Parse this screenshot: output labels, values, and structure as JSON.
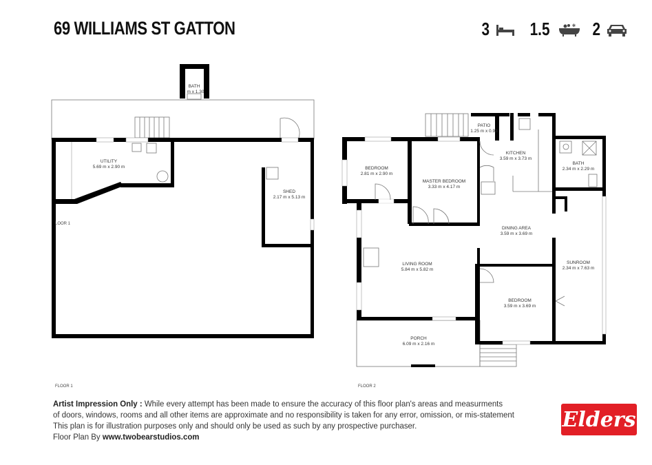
{
  "header": {
    "title": "69 WILLIAMS ST GATTON",
    "bedrooms": "3",
    "bathrooms": "1.5",
    "car_spaces": "2"
  },
  "floor1": {
    "label": "FLOOR 1",
    "side_label": "LOOR 1",
    "rooms": [
      {
        "name": "BATH",
        "size": "m x 1.30"
      },
      {
        "name": "UTILITY",
        "size": "5.69 m x 2.90 m"
      },
      {
        "name": "SHED",
        "size": "2.17 m x 5.13 m"
      }
    ]
  },
  "floor2": {
    "label": "FLOOR 2",
    "rooms": [
      {
        "name": "PATIO",
        "size": "1.25 m x 0.93"
      },
      {
        "name": "KITCHEN",
        "size": "3.59 m x 3.73 m"
      },
      {
        "name": "BEDROOM",
        "size": "2.81 m x 2.90 m"
      },
      {
        "name": "MASTER BEDROOM",
        "size": "3.33 m x 4.17 m"
      },
      {
        "name": "BATH",
        "size": "2.34 m x 2.29 m"
      },
      {
        "name": "DINING AREA",
        "size": "3.59 m x 3.69 m"
      },
      {
        "name": "LIVING ROOM",
        "size": "5.84 m x 5.82 m"
      },
      {
        "name": "SUNROOM",
        "size": "2.34 m x 7.63 m"
      },
      {
        "name": "BEDROOM",
        "size": "3.59 m x 3.69 m"
      },
      {
        "name": "PORCH",
        "size": "6.09 m x 2.16 m"
      }
    ]
  },
  "disclaimer": {
    "lead": "Artist Impression Only :",
    "line1": " While every attempt has been made to ensure the accuracy of this floor plan's areas and measurments",
    "line2": "of doors, windows, rooms and all other items are approximate and no responsibility is taken for any error, omission, or mis-statement",
    "line3": "This plan is for illustration purposes only and should only be used as such by any prospective purchaser.",
    "credit_prefix": "Floor Plan By ",
    "credit_url": "www.twobearstudios.com"
  },
  "logo": {
    "text": "Elders",
    "color": "#e21f26"
  }
}
